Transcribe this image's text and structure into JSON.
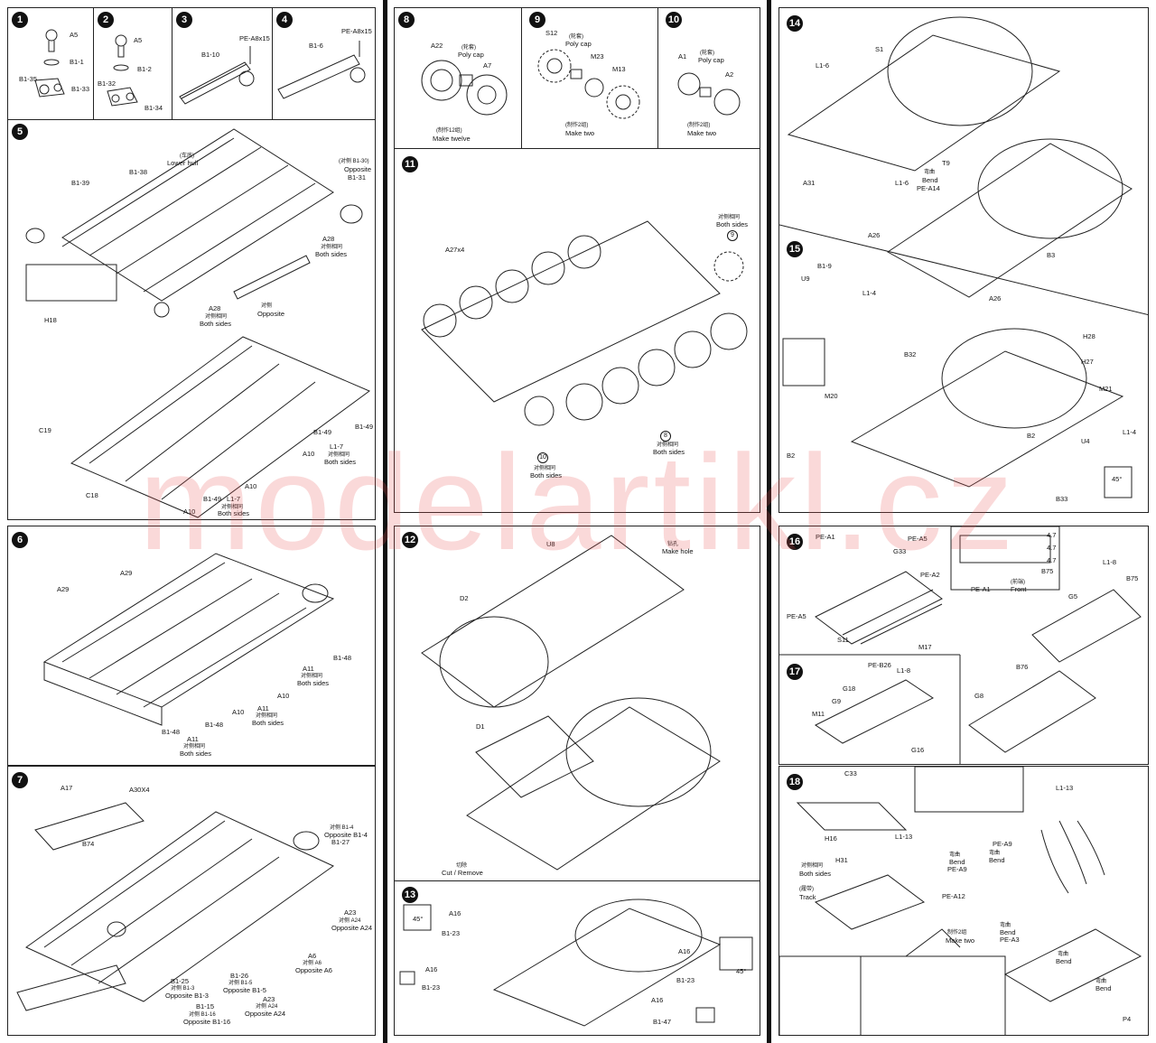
{
  "steps": {
    "s1": {
      "num": "1",
      "labels": [
        "A5",
        "B1-1",
        "B1-35",
        "B1-33"
      ]
    },
    "s2": {
      "num": "2",
      "labels": [
        "A5",
        "B1-2",
        "B1-32",
        "B1-34"
      ]
    },
    "s3": {
      "num": "3",
      "labels": [
        "PE-A8x15",
        "B1-10"
      ]
    },
    "s4": {
      "num": "4",
      "labels": [
        "PE-A8x15",
        "B1-6"
      ]
    },
    "s5": {
      "num": "5",
      "labels": [
        "(车底)",
        "Lower hull",
        "B1-38",
        "B1-39",
        "(对侧 B1-30)",
        "Opposite",
        "B1-31",
        "A28",
        "对侧相同",
        "Both sides",
        "H18",
        "A28",
        "对侧相同",
        "Both sides",
        "对侧",
        "Opposite",
        "C19",
        "C18",
        "B1-49",
        "B1-49",
        "A10",
        "L1-7",
        "对侧相同",
        "Both sides",
        "A10",
        "B1-49",
        "L1-7",
        "对侧相同",
        "Both sides",
        "A10"
      ]
    },
    "s6": {
      "num": "6",
      "labels": [
        "A29",
        "A29",
        "B1-48",
        "A11",
        "对侧相同",
        "Both sides",
        "A10",
        "A11",
        "对侧相同",
        "Both sides",
        "A10",
        "B1-48",
        "B1-48",
        "A11",
        "对侧相同",
        "Both sides"
      ]
    },
    "s7": {
      "num": "7",
      "labels": [
        "A17",
        "A30X4",
        "对侧 B1-4",
        "Opposite B1-4",
        "B1-27",
        "B74",
        "A23",
        "对侧 A24",
        "Opposite A24",
        "A6",
        "对侧 A6",
        "Opposite A6",
        "B1-25",
        "对侧 B1-3",
        "Opposite B1-3",
        "B1-26",
        "对侧 B1-5",
        "Opposite B1-5",
        "A23",
        "对侧 A24",
        "Opposite A24",
        "B1-15",
        "对侧 B1-16",
        "Opposite B1-16"
      ]
    },
    "s8": {
      "num": "8",
      "labels": [
        "A22",
        "(轮套)",
        "Poly cap",
        "A7",
        "(制作12组)",
        "Make twelve"
      ]
    },
    "s9": {
      "num": "9",
      "labels": [
        "S12",
        "(轮套)",
        "Poly cap",
        "M23",
        "M13",
        "(制作2组)",
        "Make two"
      ]
    },
    "s10": {
      "num": "10",
      "labels": [
        "A1",
        "(轮套)",
        "Poly cap",
        "A2",
        "(制作2组)",
        "Make two"
      ]
    },
    "s11": {
      "num": "11",
      "labels": [
        "A27x4",
        "对侧相同",
        "Both sides",
        "对侧相同",
        "Both sides",
        "对侧相同",
        "Both sides"
      ]
    },
    "s12": {
      "num": "12",
      "labels": [
        "U8",
        "钻孔",
        "Make hole",
        "D2",
        "D1",
        "切除",
        "Cut / Remove"
      ]
    },
    "s13": {
      "num": "13",
      "labels": [
        "A16",
        "B1-23",
        "A16",
        "B1-23",
        "A16",
        "B1-23",
        "A16",
        "B1-47",
        "45°",
        "45°"
      ]
    },
    "s14": {
      "num": "14",
      "labels": [
        "S1",
        "L1-6",
        "L1-6",
        "A31",
        "弯曲",
        "Bend",
        "T9",
        "PE-A14",
        "A26",
        "B3",
        "A26"
      ]
    },
    "s15": {
      "num": "15",
      "labels": [
        "B1-9",
        "U9",
        "L1-4",
        "B32",
        "H28",
        "H27",
        "M20",
        "M21",
        "L1-4",
        "U4",
        "B2",
        "B2",
        "B33",
        "45°"
      ]
    },
    "s16": {
      "num": "16",
      "labels": [
        "PE-A1",
        "PE-A5",
        "G33",
        "PE-A2",
        "PE-A5",
        "S11",
        "M17",
        "PE-A1",
        "(前端)",
        "Front",
        "4.7",
        "4.7",
        "4.7",
        "L1-8",
        "B75",
        "G5",
        "B75"
      ]
    },
    "s17": {
      "num": "17",
      "labels": [
        "PE-B26",
        "G18",
        "L1-8",
        "G9",
        "M11",
        "G16",
        "B76",
        "G8"
      ]
    },
    "s18": {
      "num": "18",
      "labels": [
        "C33",
        "H16",
        "L1-13",
        "H31",
        "对侧相同",
        "Both sides",
        "(履带)",
        "Track",
        "弯曲",
        "Bend",
        "PE-A9",
        "PE-A9",
        "弯曲",
        "Bend",
        "PE-A12",
        "制作2组",
        "Make two",
        "弯曲",
        "Bend",
        "PE-A3",
        "L1-13",
        "弯曲",
        "Bend",
        "弯曲",
        "Bend",
        "P4"
      ]
    }
  },
  "watermark": "modelartikl.cz"
}
